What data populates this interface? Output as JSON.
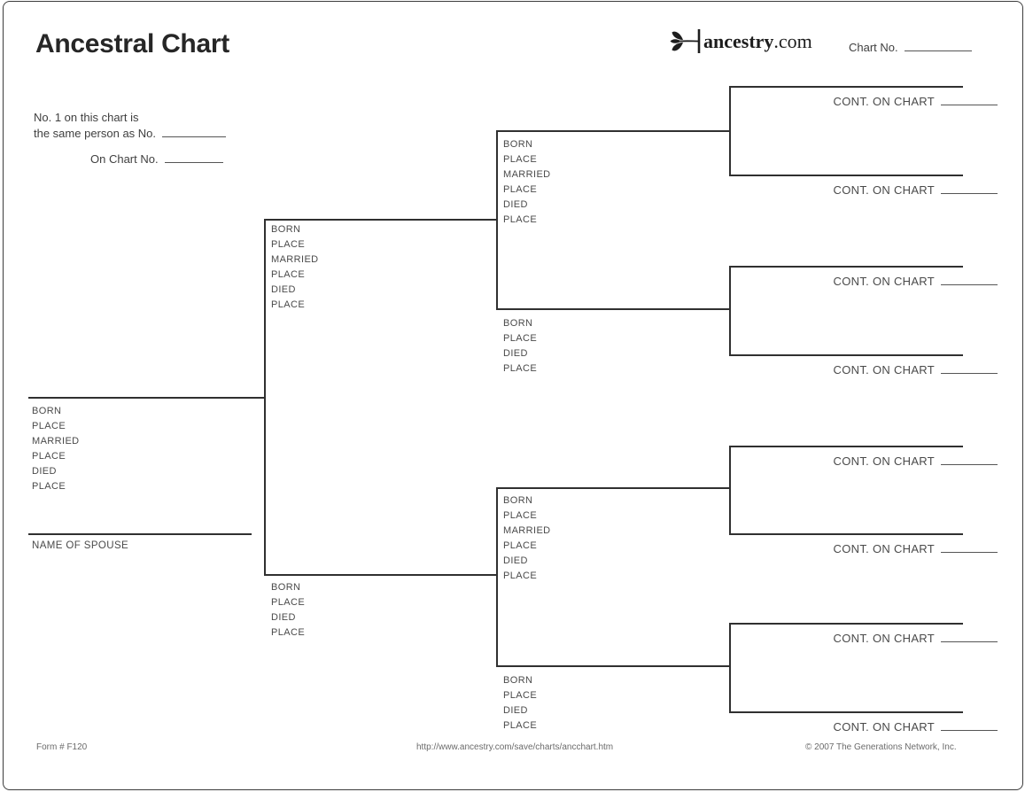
{
  "header": {
    "title": "Ancestral Chart",
    "brand": "ancestry",
    "brand_suffix": ".com",
    "chart_no_label": "Chart No.",
    "note": {
      "line1": "No. 1 on this chart is",
      "line2": "the same person as No.",
      "line3": "On Chart No."
    }
  },
  "field_labels": {
    "with_marriage": [
      "BORN",
      "PLACE",
      "MARRIED",
      "PLACE",
      "DIED",
      "PLACE"
    ],
    "basic": [
      "BORN",
      "PLACE",
      "DIED",
      "PLACE"
    ],
    "spouse": "NAME OF SPOUSE",
    "continuation": "CONT. ON CHART"
  },
  "footer": {
    "form_number": "Form # F120",
    "url": "http://www.ancestry.com/save/charts/ancchart.htm",
    "copyright": "© 2007 The Generations Network, Inc."
  }
}
